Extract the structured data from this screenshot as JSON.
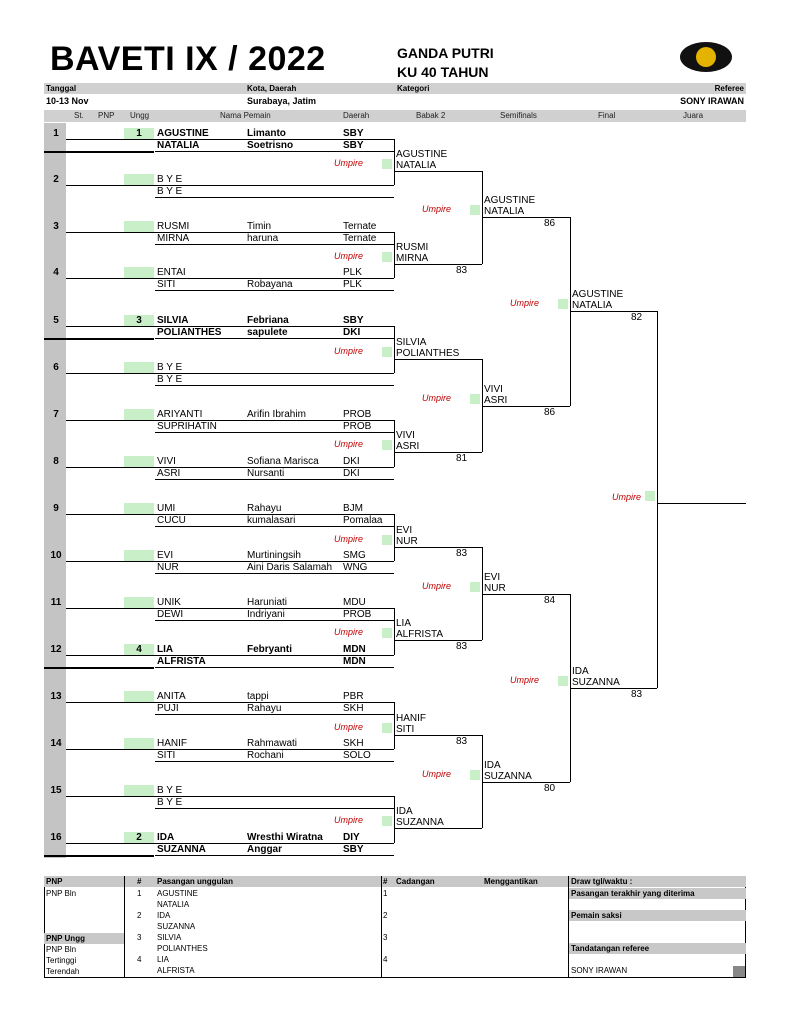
{
  "header": {
    "title": "BAVETI IX / 2022",
    "event": [
      "GANDA PUTRI",
      "KU 40 TAHUN"
    ],
    "labels": {
      "tanggal": "Tanggal",
      "kota": "Kota, Daerah",
      "kategori": "Kategori",
      "referee": "Referee"
    },
    "values": {
      "tanggal": "10-13 Nov",
      "kota": "Surabaya, Jatim",
      "referee": "SONY IRAWAN"
    },
    "columns": {
      "st": "St.",
      "pnp": "PNP",
      "ungg": "Ungg",
      "nama": "Nama Pemain",
      "daerah": "Daerah",
      "babak2": "Babak 2",
      "semi": "Semifinals",
      "final": "Final",
      "juara": "Juara"
    }
  },
  "umpire_label": "Umpire",
  "draw": [
    {
      "slot": "1",
      "seed": "1",
      "bold": true,
      "p1": {
        "first": "AGUSTINE",
        "last": "Limanto",
        "region": "SBY"
      },
      "p2": {
        "first": "NATALIA",
        "last": "Soetrisno",
        "region": "SBY"
      }
    },
    {
      "slot": "2",
      "seed": "",
      "bold": false,
      "p1": {
        "first": "B Y E",
        "last": "",
        "region": ""
      },
      "p2": {
        "first": "B Y E",
        "last": "",
        "region": ""
      }
    },
    {
      "slot": "3",
      "seed": "",
      "bold": false,
      "p1": {
        "first": "RUSMI",
        "last": "Timin",
        "region": "Ternate"
      },
      "p2": {
        "first": "MIRNA",
        "last": "haruna",
        "region": "Ternate"
      }
    },
    {
      "slot": "4",
      "seed": "",
      "bold": false,
      "p1": {
        "first": "ENTAI",
        "last": "",
        "region": "PLK"
      },
      "p2": {
        "first": "SITI",
        "last": "Robayana",
        "region": "PLK"
      }
    },
    {
      "slot": "5",
      "seed": "3",
      "bold": true,
      "p1": {
        "first": "SILVIA",
        "last": "Febriana",
        "region": "SBY"
      },
      "p2": {
        "first": "POLIANTHES",
        "last": "sapulete",
        "region": "DKI"
      }
    },
    {
      "slot": "6",
      "seed": "",
      "bold": false,
      "p1": {
        "first": "B Y E",
        "last": "",
        "region": ""
      },
      "p2": {
        "first": "B Y E",
        "last": "",
        "region": ""
      }
    },
    {
      "slot": "7",
      "seed": "",
      "bold": false,
      "p1": {
        "first": "ARIYANTI",
        "last": "Arifin Ibrahim",
        "region": "PROB"
      },
      "p2": {
        "first": "SUPRIHATIN",
        "last": "",
        "region": "PROB"
      }
    },
    {
      "slot": "8",
      "seed": "",
      "bold": false,
      "p1": {
        "first": "VIVI",
        "last": "Sofiana Marisca",
        "region": "DKI"
      },
      "p2": {
        "first": "ASRI",
        "last": "Nursanti",
        "region": "DKI"
      }
    },
    {
      "slot": "9",
      "seed": "",
      "bold": false,
      "p1": {
        "first": "UMI",
        "last": "Rahayu",
        "region": "BJM"
      },
      "p2": {
        "first": "CUCU",
        "last": "kumalasari",
        "region": "Pomalaa"
      }
    },
    {
      "slot": "10",
      "seed": "",
      "bold": false,
      "p1": {
        "first": "EVI",
        "last": "Murtiningsih",
        "region": "SMG"
      },
      "p2": {
        "first": "NUR",
        "last": "Aini Daris Salamah",
        "region": "WNG"
      }
    },
    {
      "slot": "11",
      "seed": "",
      "bold": false,
      "p1": {
        "first": "UNIK",
        "last": "Haruniati",
        "region": "MDU"
      },
      "p2": {
        "first": "DEWI",
        "last": "Indriyani",
        "region": "PROB"
      }
    },
    {
      "slot": "12",
      "seed": "4",
      "bold": true,
      "p1": {
        "first": "LIA",
        "last": "Febryanti",
        "region": "MDN"
      },
      "p2": {
        "first": "ALFRISTA",
        "last": "",
        "region": "MDN"
      }
    },
    {
      "slot": "13",
      "seed": "",
      "bold": false,
      "p1": {
        "first": "ANITA",
        "last": "tappi",
        "region": "PBR"
      },
      "p2": {
        "first": "PUJI",
        "last": "Rahayu",
        "region": "SKH"
      }
    },
    {
      "slot": "14",
      "seed": "",
      "bold": false,
      "p1": {
        "first": "HANIF",
        "last": "Rahmawati",
        "region": "SKH"
      },
      "p2": {
        "first": "SITI",
        "last": "Rochani",
        "region": "SOLO"
      }
    },
    {
      "slot": "15",
      "seed": "",
      "bold": false,
      "p1": {
        "first": "B Y E",
        "last": "",
        "region": ""
      },
      "p2": {
        "first": "B Y E",
        "last": "",
        "region": ""
      }
    },
    {
      "slot": "16",
      "seed": "2",
      "bold": true,
      "p1": {
        "first": "IDA",
        "last": "Wresthi Wiratna",
        "region": "DIY"
      },
      "p2": {
        "first": "SUZANNA",
        "last": "Anggar",
        "region": "SBY"
      }
    }
  ],
  "round2": [
    {
      "names": [
        "AGUSTINE",
        "NATALIA"
      ],
      "score": ""
    },
    {
      "names": [
        "RUSMI",
        "MIRNA"
      ],
      "score": "83"
    },
    {
      "names": [
        "SILVIA",
        "POLIANTHES"
      ],
      "score": ""
    },
    {
      "names": [
        "VIVI",
        "ASRI"
      ],
      "score": "81"
    },
    {
      "names": [
        "EVI",
        "NUR"
      ],
      "score": "83"
    },
    {
      "names": [
        "LIA",
        "ALFRISTA"
      ],
      "score": "83"
    },
    {
      "names": [
        "HANIF",
        "SITI"
      ],
      "score": "83"
    },
    {
      "names": [
        "IDA",
        "SUZANNA"
      ],
      "score": ""
    }
  ],
  "semis": [
    {
      "names": [
        "AGUSTINE",
        "NATALIA"
      ],
      "score": "86"
    },
    {
      "names": [
        "VIVI",
        "ASRI"
      ],
      "score": "86"
    },
    {
      "names": [
        "EVI",
        "NUR"
      ],
      "score": "84"
    },
    {
      "names": [
        "IDA",
        "SUZANNA"
      ],
      "score": "80"
    }
  ],
  "final": [
    {
      "names": [
        "AGUSTINE",
        "NATALIA"
      ],
      "score": "82"
    },
    {
      "names": [
        "IDA",
        "SUZANNA"
      ],
      "score": "83"
    }
  ],
  "legend": {
    "pnp": "PNP",
    "hash": "#",
    "pasangan_unggulan": "Pasangan unggulan",
    "cadangan": "Cadangan",
    "menggantikan": "Menggantikan",
    "pnp_bln": "PNP Bln",
    "pnp_ungg": "PNP Ungg",
    "tertinggi": "Tertinggi",
    "terendah": "Terendah",
    "seeds": [
      {
        "n": "1",
        "a": "AGUSTINE",
        "b": "NATALIA"
      },
      {
        "n": "2",
        "a": "IDA",
        "b": "SUZANNA"
      },
      {
        "n": "3",
        "a": "SILVIA",
        "b": "POLIANTHES"
      },
      {
        "n": "4",
        "a": "LIA",
        "b": "ALFRISTA"
      }
    ],
    "reserves": [
      "1",
      "2",
      "3",
      "4"
    ],
    "draw_tgl": "Draw tgl/waktu :",
    "pasangan_terakhir": "Pasangan terakhir yang diterima",
    "pemain_saksi": "Pemain saksi",
    "tandatangan": "Tandatangan referee",
    "referee_name": "SONY IRAWAN"
  }
}
